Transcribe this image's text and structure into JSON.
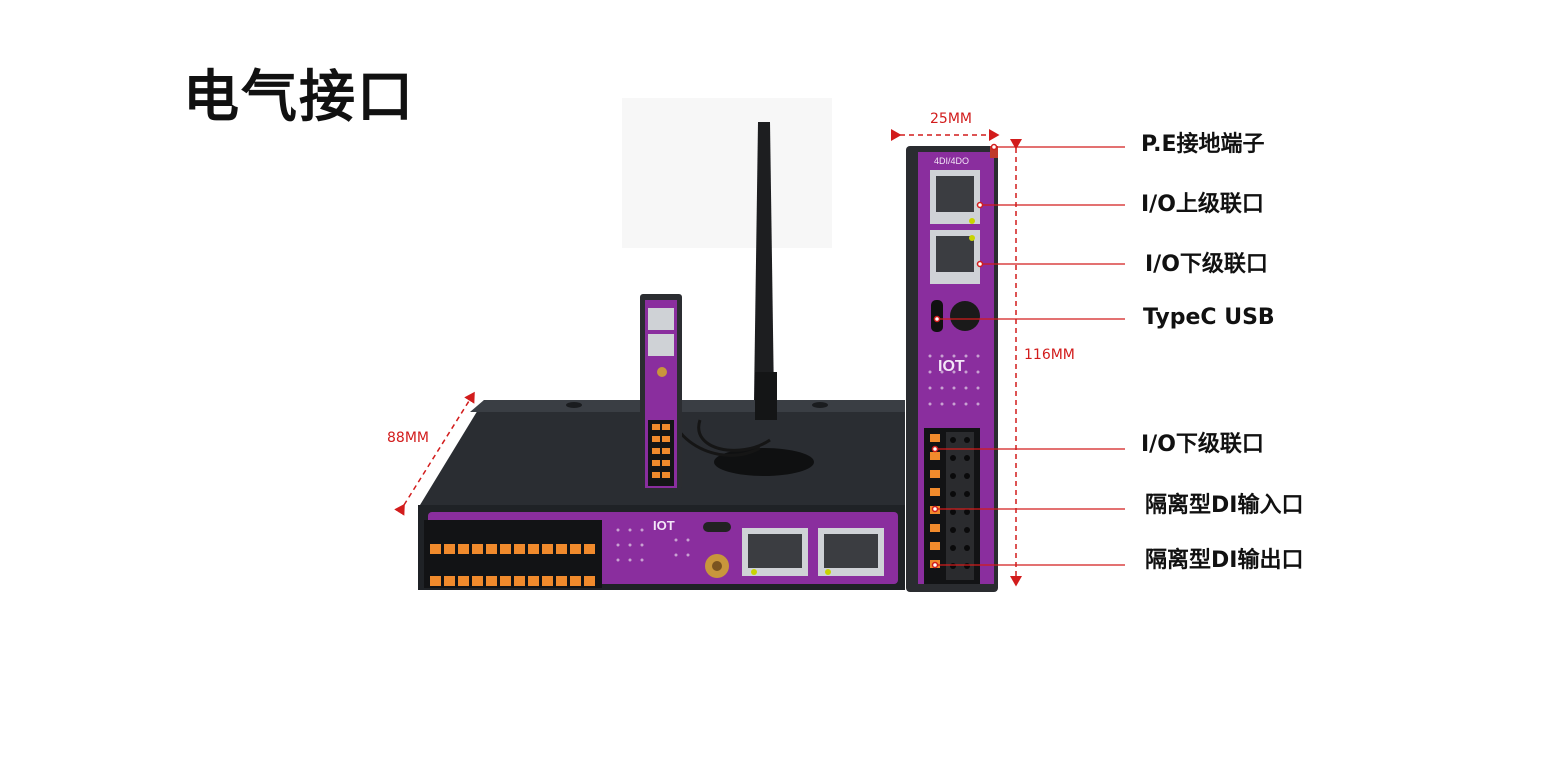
{
  "title": "电气接口",
  "dimensions": {
    "width": "25MM",
    "height": "116MM",
    "depth": "88MM"
  },
  "callouts": [
    "P.E接地端子",
    "I/O上级联口",
    "I/O下级联口",
    "TypeC USB",
    "I/O下级联口",
    "隔离型DI输入口",
    "隔离型DI输出口"
  ],
  "device_text": {
    "module_top": "4DI/4DO",
    "logo": "IOT"
  },
  "colors": {
    "accent_red": "#d21c1c",
    "device_purple": "#8a2e9e",
    "terminal_orange": "#f08a2c",
    "chassis": "#2c2f34"
  }
}
